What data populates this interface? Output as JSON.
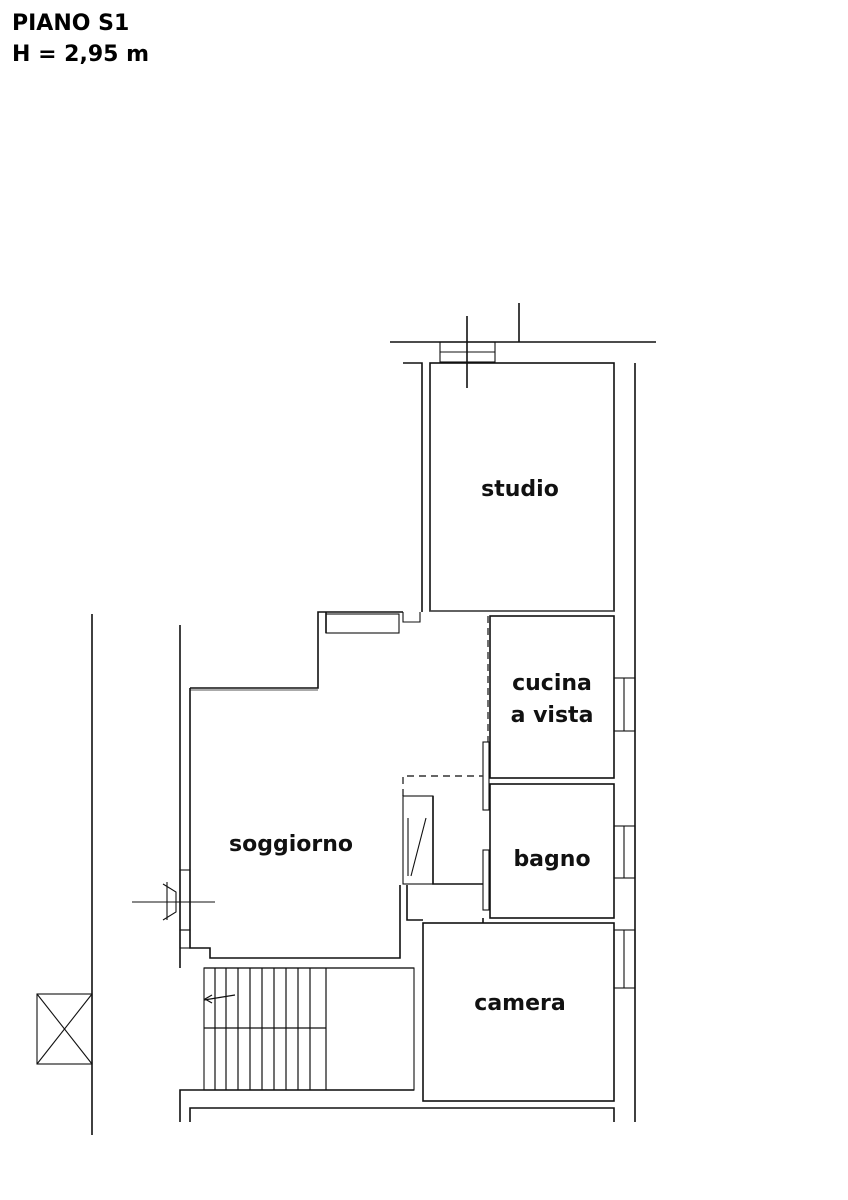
{
  "header": {
    "floor": "PIANO S1",
    "height": "H = 2,95 m"
  },
  "rooms": {
    "studio": "studio",
    "cucina_line1": "cucina",
    "cucina_line2": "a vista",
    "bagno": "bagno",
    "soggiorno": "soggiorno",
    "camera": "camera"
  }
}
